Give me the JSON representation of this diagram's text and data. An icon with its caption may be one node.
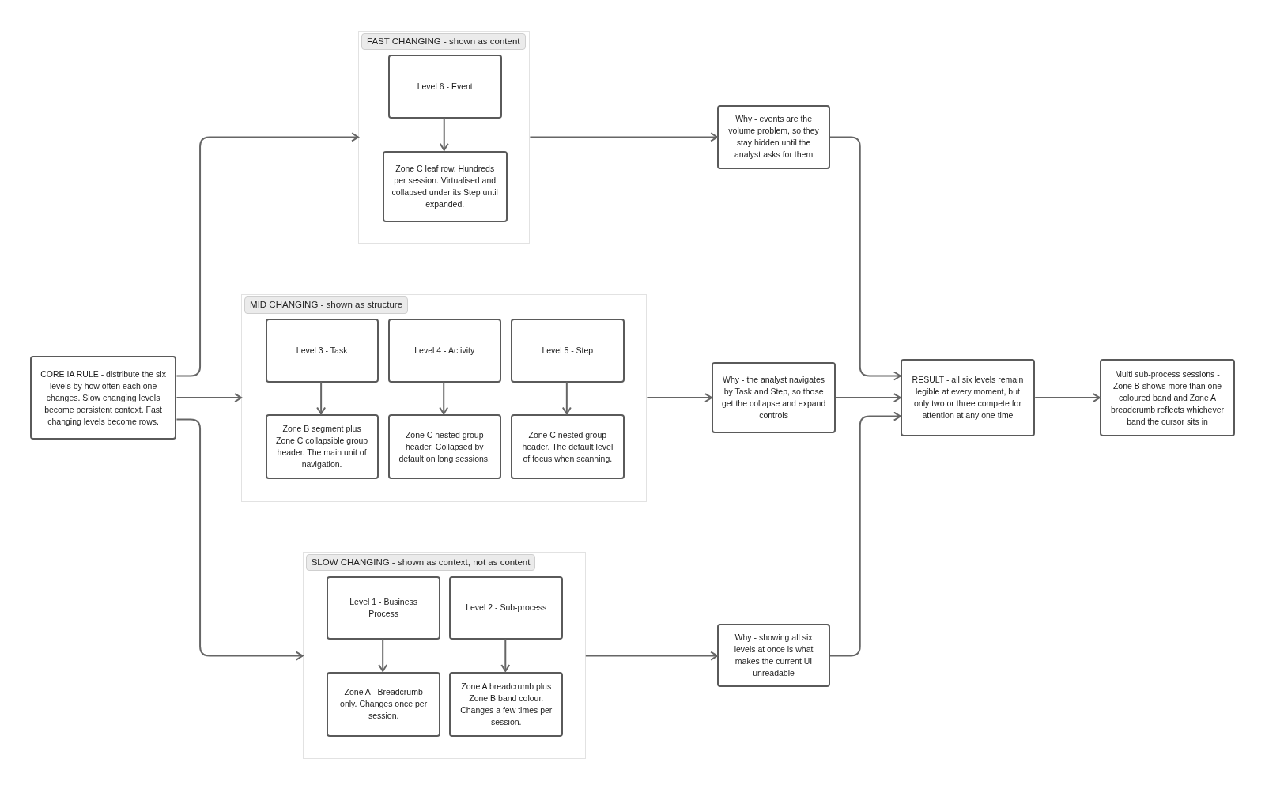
{
  "diagram": {
    "nodes": [
      {
        "text": [
          "CORE IA RULE - distribute the six levels by how often each one changes. Slow changing levels become persistent context. Fast changing levels become rows."
        ]
      },
      {
        "text": [
          "FAST CHANGING - shown as content"
        ]
      },
      {
        "text": [
          "Level 6 - Event"
        ],
        "in": 1
      },
      {
        "text": [
          "Zone C leaf row. Hundreds per session. Virtualised and collapsed under its Step until expanded."
        ],
        "in": 1
      },
      {
        "text": [
          "MID CHANGING - shown as structure"
        ]
      },
      {
        "text": [
          "Level 3 - Task"
        ],
        "in": 4
      },
      {
        "text": [
          "Level 4 - Activity"
        ],
        "in": 4
      },
      {
        "text": [
          "Level 5 - Step"
        ],
        "in": 4
      },
      {
        "text": [
          "Zone B segment plus Zone C collapsible group header. The main unit of navigation."
        ],
        "in": 4
      },
      {
        "text": [
          "Zone C nested group header. Collapsed by default on long sessions."
        ],
        "in": 4
      },
      {
        "text": [
          "Zone C nested group header. The default level of focus when scanning."
        ],
        "in": 4
      },
      {
        "text": [
          "SLOW CHANGING - shown as context, not as content"
        ]
      },
      {
        "text": [
          "Level 1 - Business Process"
        ],
        "in": 11
      },
      {
        "text": [
          "Level 2 - Sub-process"
        ],
        "in": 11
      },
      {
        "text": [
          "Zone A - Breadcrumb only. Changes once per session."
        ],
        "in": 11
      },
      {
        "text": [
          "Zone A breadcrumb plus Zone B band colour. Changes a few times per session."
        ],
        "in": 11
      },
      {
        "text": [
          "Why - events are the volume problem, so they stay hidden until the analyst asks for them"
        ]
      },
      {
        "text": [
          "Why - the analyst navigates by Task and Step, so those get the collapse and expand controls"
        ]
      },
      {
        "text": [
          "Why - showing all six levels at once is what makes the current UI unreadable"
        ]
      },
      {
        "text": [
          "RESULT - all six levels remain legible at every moment, but only two or three compete for attention at any one time"
        ]
      },
      {
        "text": [
          "Multi sub-process sessions - Zone B shows more than one coloured band and Zone A breadcrumb reflects whichever band the cursor sits in"
        ]
      }
    ],
    "edges": [
      {
        "from": 0,
        "to": 1,
        "arrow": "to"
      },
      {
        "from": 0,
        "to": 4,
        "arrow": "to"
      },
      {
        "from": 0,
        "to": 11,
        "arrow": "to"
      },
      {
        "from": 2,
        "to": 3,
        "arrow": "to"
      },
      {
        "from": 5,
        "to": 8,
        "arrow": "to"
      },
      {
        "from": 6,
        "to": 9,
        "arrow": "to"
      },
      {
        "from": 7,
        "to": 10,
        "arrow": "to"
      },
      {
        "from": 12,
        "to": 14,
        "arrow": "to"
      },
      {
        "from": 13,
        "to": 15,
        "arrow": "to"
      },
      {
        "from": 1,
        "to": 16,
        "arrow": "to"
      },
      {
        "from": 4,
        "to": 17,
        "arrow": "to"
      },
      {
        "from": 11,
        "to": 18,
        "arrow": "to"
      },
      {
        "from": 16,
        "to": 19,
        "arrow": "to"
      },
      {
        "from": 17,
        "to": 19,
        "arrow": "to"
      },
      {
        "from": 18,
        "to": 19,
        "arrow": "to"
      },
      {
        "from": 19,
        "to": 20,
        "arrow": "to"
      }
    ]
  }
}
